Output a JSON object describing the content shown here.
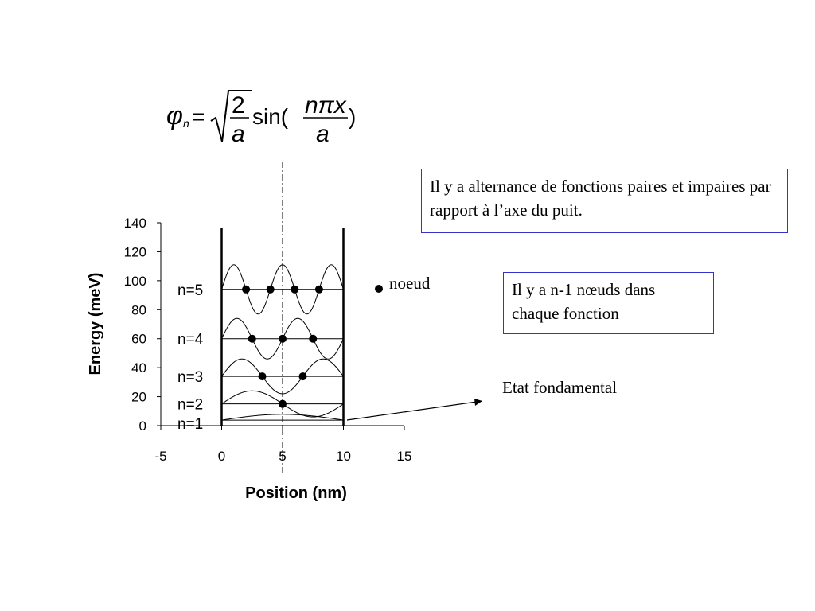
{
  "formula": {
    "lhs_symbol": "φ",
    "lhs_subscript": "n",
    "equals": "=",
    "fraction_num": "2",
    "fraction_den": "a",
    "func": "sin(",
    "arg_num": "nπx",
    "arg_den": "a",
    "close": ")"
  },
  "annotations": {
    "alternance": "Il y a alternance de fonctions paires et impaires par rapport à l’axe du puit.",
    "nodes": "Il y a n-1 nœuds dans chaque fonction",
    "legend": "noeud",
    "ground_state": "Etat fondamental"
  },
  "chart_data": {
    "type": "line",
    "xlabel": "Position (nm)",
    "ylabel": "Energy (meV)",
    "xlim": [
      -5,
      15
    ],
    "ylim": [
      0,
      140
    ],
    "xticks": [
      "-5",
      "0",
      "5",
      "10",
      "15"
    ],
    "yticks": [
      "0",
      "20",
      "40",
      "60",
      "80",
      "100",
      "120",
      "140"
    ],
    "well": {
      "x_left": 0,
      "x_right": 10,
      "axis_x": 5
    },
    "levels": [
      {
        "n": 1,
        "label": "n=1",
        "energy": 3.8,
        "amplitude": 4
      },
      {
        "n": 2,
        "label": "n=2",
        "energy": 15,
        "amplitude": 9
      },
      {
        "n": 3,
        "label": "n=3",
        "energy": 34,
        "amplitude": 12
      },
      {
        "n": 4,
        "label": "n=4",
        "energy": 60,
        "amplitude": 14
      },
      {
        "n": 5,
        "label": "n=5",
        "energy": 94,
        "amplitude": 17
      }
    ],
    "grid": false
  }
}
